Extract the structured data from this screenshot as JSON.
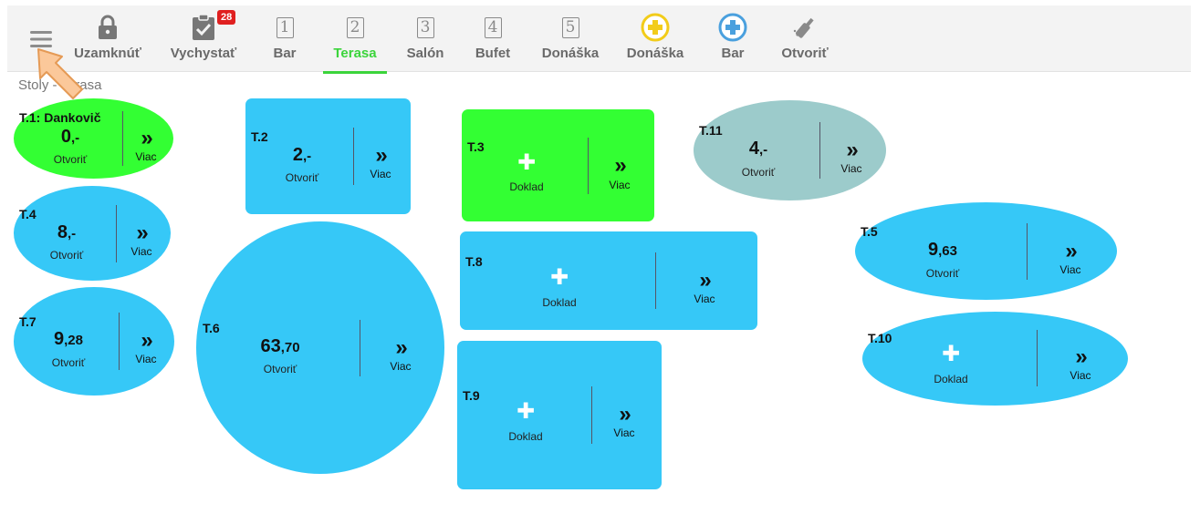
{
  "toolbar": {
    "items": [
      {
        "label": "Uzamknúť",
        "icon": "lock-icon"
      },
      {
        "label": "Vychystať",
        "icon": "clipboard-check-icon",
        "badge": "28"
      },
      {
        "label": "Bar",
        "icon": "number-1-icon",
        "number": "1"
      },
      {
        "label": "Terasa",
        "icon": "number-2-icon",
        "number": "2",
        "active": true
      },
      {
        "label": "Salón",
        "icon": "number-3-icon",
        "number": "3"
      },
      {
        "label": "Bufet",
        "icon": "number-4-icon",
        "number": "4"
      },
      {
        "label": "Donáška",
        "icon": "number-5-icon",
        "number": "5"
      },
      {
        "label": "Donáška",
        "icon": "yellow-plus-circle-icon"
      },
      {
        "label": "Bar",
        "icon": "blue-plus-circle-icon"
      },
      {
        "label": "Otvoriť",
        "icon": "bottle-icon"
      }
    ]
  },
  "breadcrumb": "Stoly - Terasa",
  "colors": {
    "blue": "#36c8f7",
    "green": "#33ff33",
    "teal": "#9ccbcb",
    "active": "#3bd43b",
    "badge": "#e02020"
  },
  "tables": [
    {
      "name": "T.1: Dankovič",
      "amount_int": "0",
      "amount_dec": ",-",
      "status": "Otvoriť",
      "more": "Viac",
      "more_glyph": "»"
    },
    {
      "name": "T.2",
      "amount_int": "2",
      "amount_dec": ",-",
      "status": "Otvoriť",
      "more": "Viac",
      "more_glyph": "»"
    },
    {
      "name": "T.3",
      "plus": "✚",
      "status": "Doklad",
      "more": "Viac",
      "more_glyph": "»"
    },
    {
      "name": "T.11",
      "amount_int": "4",
      "amount_dec": ",-",
      "status": "Otvoriť",
      "more": "Viac",
      "more_glyph": "»"
    },
    {
      "name": "T.4",
      "amount_int": "8",
      "amount_dec": ",-",
      "status": "Otvoriť",
      "more": "Viac",
      "more_glyph": "»"
    },
    {
      "name": "T.6",
      "amount_int": "63",
      "amount_dec": ",70",
      "status": "Otvoriť",
      "more": "Viac",
      "more_glyph": "»"
    },
    {
      "name": "T.8",
      "plus": "✚",
      "status": "Doklad",
      "more": "Viac",
      "more_glyph": "»"
    },
    {
      "name": "T.5",
      "amount_int": "9",
      "amount_dec": ",63",
      "status": "Otvoriť",
      "more": "Viac",
      "more_glyph": "»"
    },
    {
      "name": "T.7",
      "amount_int": "9",
      "amount_dec": ",28",
      "status": "Otvoriť",
      "more": "Viac",
      "more_glyph": "»"
    },
    {
      "name": "T.9",
      "plus": "✚",
      "status": "Doklad",
      "more": "Viac",
      "more_glyph": "»"
    },
    {
      "name": "T.10",
      "plus": "✚",
      "status": "Doklad",
      "more": "Viac",
      "more_glyph": "»"
    }
  ]
}
